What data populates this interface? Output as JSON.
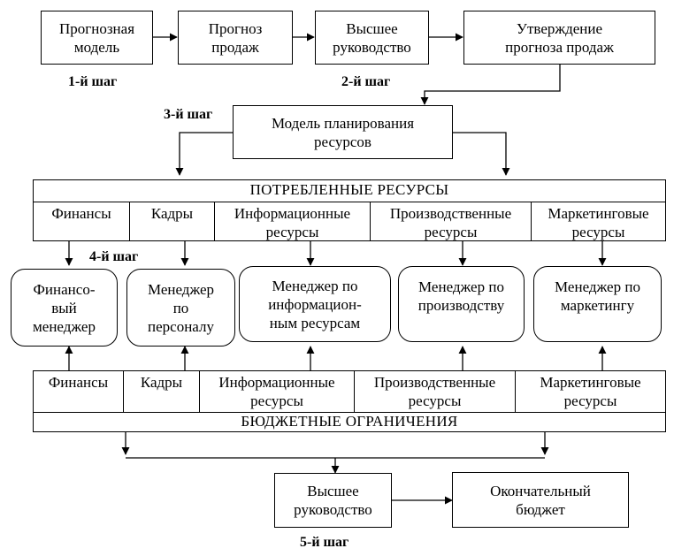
{
  "top_row": {
    "forecast_model": "Прогнозная\nмодель",
    "sales_forecast": "Прогноз\nпродаж",
    "top_management": "Высшее\nруководство",
    "forecast_approval": "Утверждение\nпрогноза продаж"
  },
  "steps": {
    "step1": "1-й шаг",
    "step2": "2-й шаг",
    "step3": "3-й шаг",
    "step4": "4-й шаг",
    "step5": "5-й шаг"
  },
  "resource_planning_model": "Модель планирования\nресурсов",
  "consumed_resources": {
    "title": "ПОТРЕБЛЕННЫЕ РЕСУРСЫ",
    "columns": [
      "Финансы",
      "Кадры",
      "Информационные\nресурсы",
      "Производственные\nресурсы",
      "Маркетинговые\nресурсы"
    ]
  },
  "managers": [
    "Финансо-\nвый\nменеджер",
    "Менеджер\nпо\nперсоналу",
    "Менеджер по\nинформацион-\nным ресурсам",
    "Менеджер по\nпроизводству",
    "Менеджер по\nмаркетингу"
  ],
  "budget_constraints": {
    "title": "БЮДЖЕТНЫЕ ОГРАНИЧЕНИЯ",
    "columns": [
      "Финансы",
      "Кадры",
      "Информационные\nресурсы",
      "Производственные\nресурсы",
      "Маркетинговые\nресурсы"
    ]
  },
  "bottom_row": {
    "top_management": "Высшее\nруководство",
    "final_budget": "Окончательный\nбюджет"
  }
}
